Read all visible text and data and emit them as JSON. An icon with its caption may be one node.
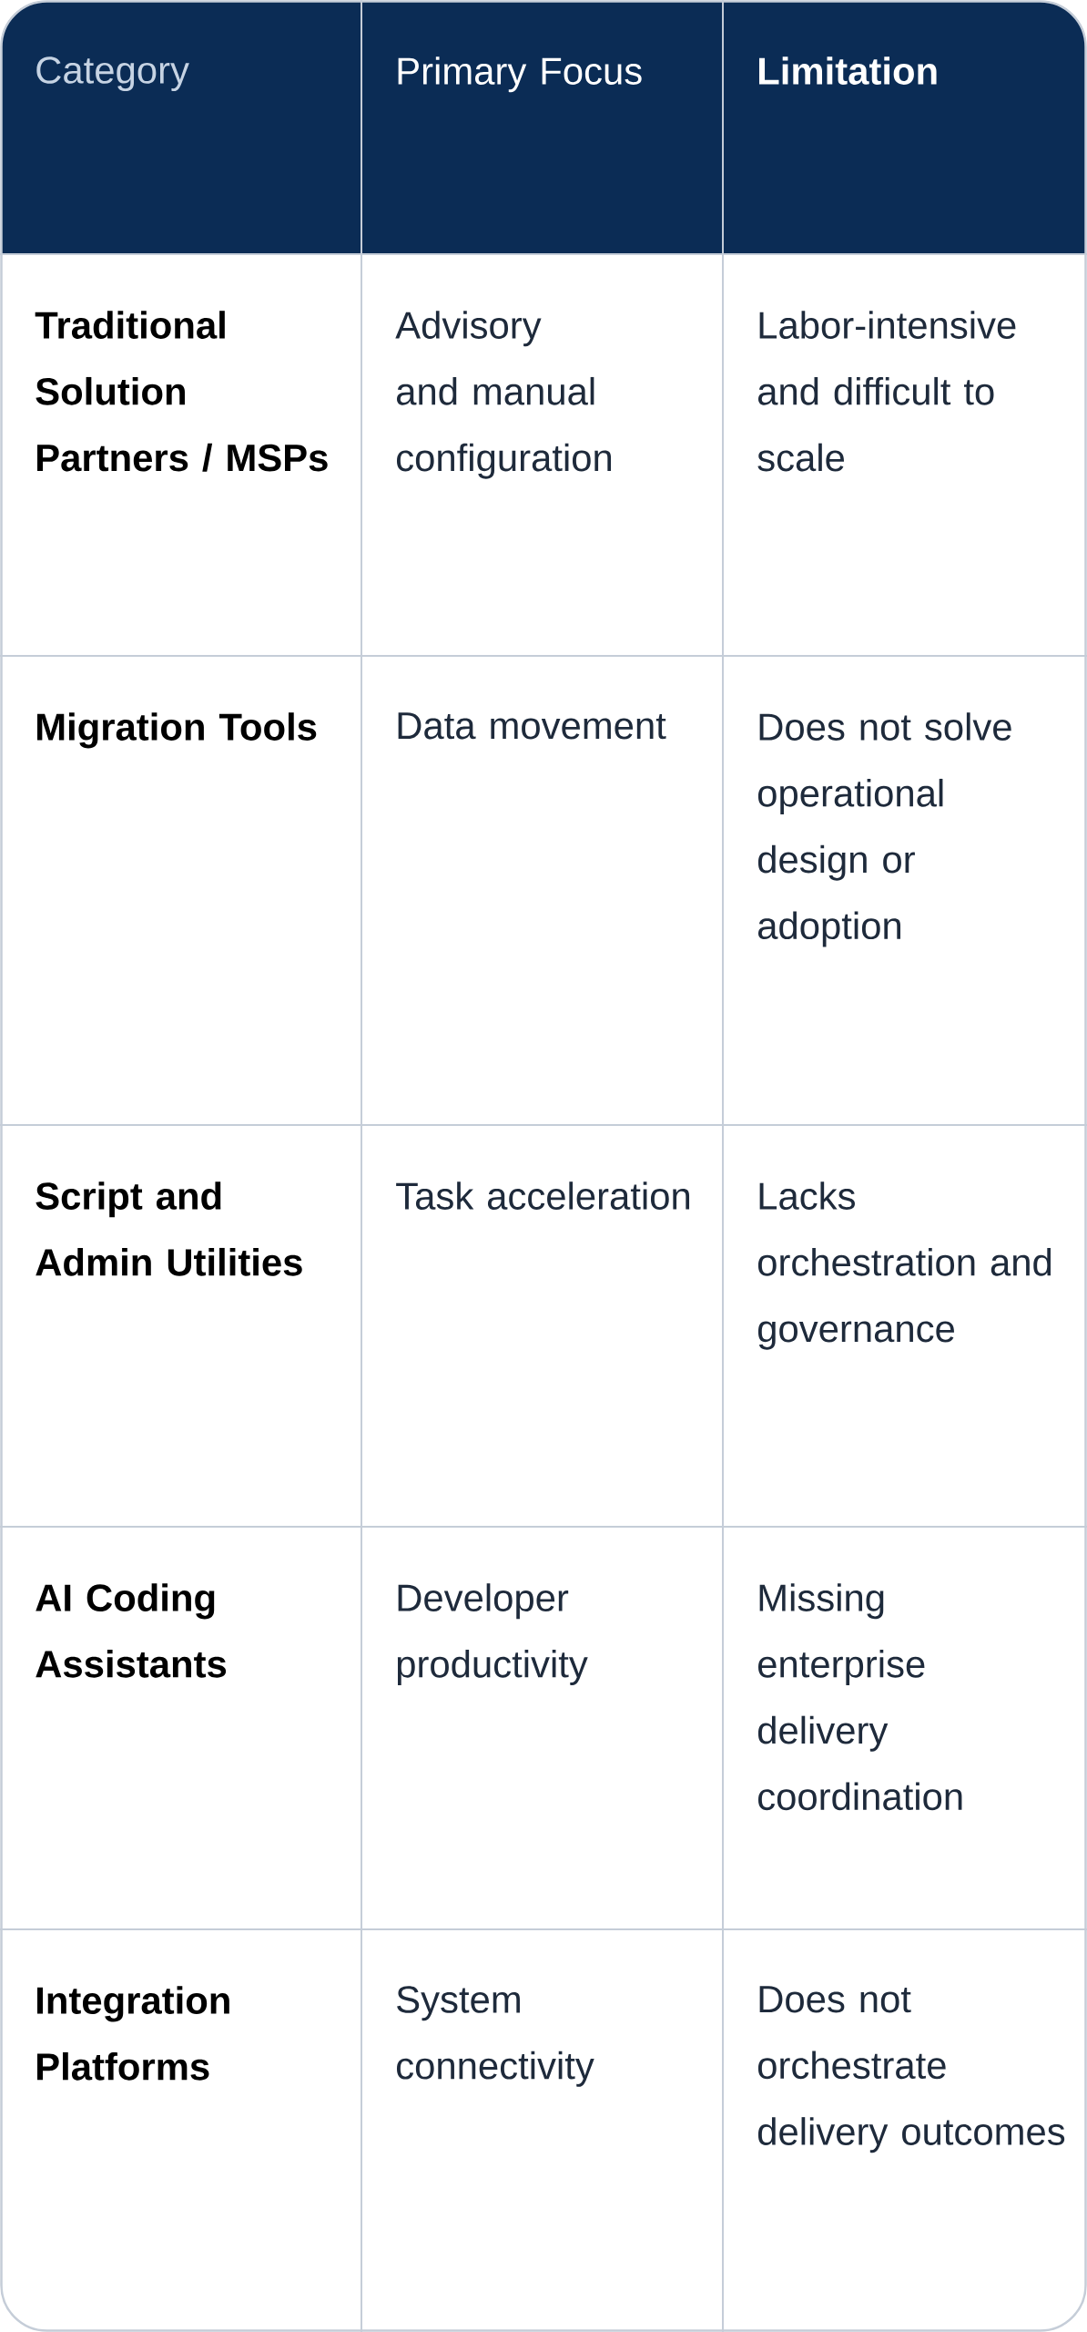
{
  "diagram": {
    "labels": [
      "Category",
      "Primary Focus",
      "Limitation",
      "Traditional Solution Partners / MSPs",
      "Advisory and manual configuration",
      "Labor-intensive and difficult to scale",
      "Migration Tools",
      "Data movement",
      "Does not solve operational design or adoption",
      "Script and Admin Utilities",
      "Task acceleration",
      "Lacks orchestration and governance",
      "AI Coding Assistants",
      "Developer productivity",
      "Missing enterprise delivery coordination",
      "Integration Platforms",
      "System connectivity",
      "Does not orchestrate delivery outcomes"
    ]
  }
}
